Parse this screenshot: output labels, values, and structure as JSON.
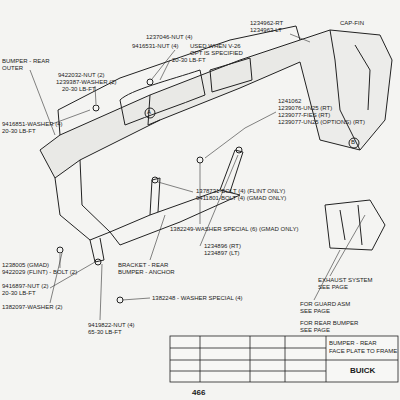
{
  "diagram": {
    "labels": [
      "BUMPER - REAR",
      "OUTER",
      "9422032-NUT (2)",
      "1239387-WASHER (2)",
      "20-30 LB-FT",
      "9416851-WASHER (4)",
      "20-30 LB-FT",
      "1237046-NUT (4)",
      "9416531-NUT (4)",
      "USED WHEN V-26",
      "OPT IS SPECIFIED",
      "20-30 LB-FT",
      "1234962-RT",
      "1234963-LT",
      "CAP-FIN",
      "1241062",
      "1239076-UN25 (RT)",
      "1239077-FIES (RT)",
      "1239077-UN25 (OPTIONS) (RT)",
      "1378731-BOLT (4) (FLINT ONLY)",
      "9411801-BOLT (4) (GMAD ONLY)",
      "1382249-WASHER SPECIAL (6) (GMAD ONLY)",
      "1234896 (RT)",
      "1234897 (LT)",
      "BRACKET - REAR",
      "BUMPER - ANCHOR",
      "1382248 - WASHER SPECIAL (4)",
      "9419822-NUT (4)",
      "65-30 LB-FT",
      "9416897-NUT (2)",
      "20-30 LB-FT",
      "1382097-WASHER (2)",
      "1238005 (GMAD)",
      "9422029 (FLINT) - BOLT (2)",
      "EXHAUST SYSTEM",
      "SEE PAGE",
      "FOR GUARD ASM",
      "SEE PAGE",
      "FOR REAR BUMPER",
      "SEE PAGE",
      "BUMPER - REAR",
      "FACE PLATE TO FRAME",
      "BUICK",
      "466",
      "A",
      "B"
    ]
  }
}
